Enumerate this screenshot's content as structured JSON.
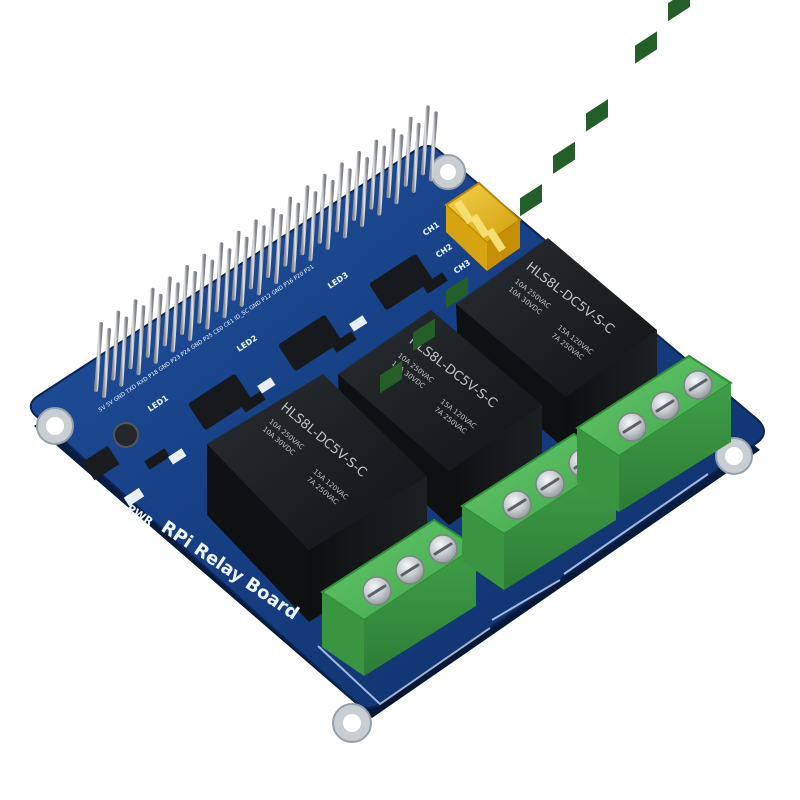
{
  "board": {
    "name": "RPi Relay Board",
    "pcb_color": "#14376f",
    "silkscreen_color": "#eef4ff"
  },
  "labels": {
    "pwr": "PWR",
    "led1": "LED1",
    "led2": "LED2",
    "led3": "LED3",
    "ch1": "CH1",
    "ch2": "CH2",
    "ch3": "CH3",
    "header_pins": "5V 5V GND TXD RXD P18 GND P23 P24 GND P25 CE0 CE1 ID_SC GND P12 GND P16 P20 P21"
  },
  "relays": [
    {
      "model": "HLS8L-DC5V-S-C",
      "rating_left_1": "10A 250VAC",
      "rating_left_2": "10A 30VDC",
      "rating_right_1": "15A 120VAC",
      "rating_right_2": "7A 250VAC"
    },
    {
      "model": "HLS8L-DC5V-S-C",
      "rating_left_1": "10A 250VAC",
      "rating_left_2": "10A 30VDC",
      "rating_right_1": "15A 120VAC",
      "rating_right_2": "7A 250VAC"
    },
    {
      "model": "HLS8L-DC5V-S-C",
      "rating_left_1": "10A 250VAC",
      "rating_left_2": "10A 30VDC",
      "rating_right_1": "15A 120VAC",
      "rating_right_2": "7A 250VAC"
    }
  ],
  "colors": {
    "terminal_green": "#48b44f",
    "relay_black": "#15171a",
    "jumper_yellow": "#e3b91d",
    "pin_silver": "#c7c9cc"
  }
}
